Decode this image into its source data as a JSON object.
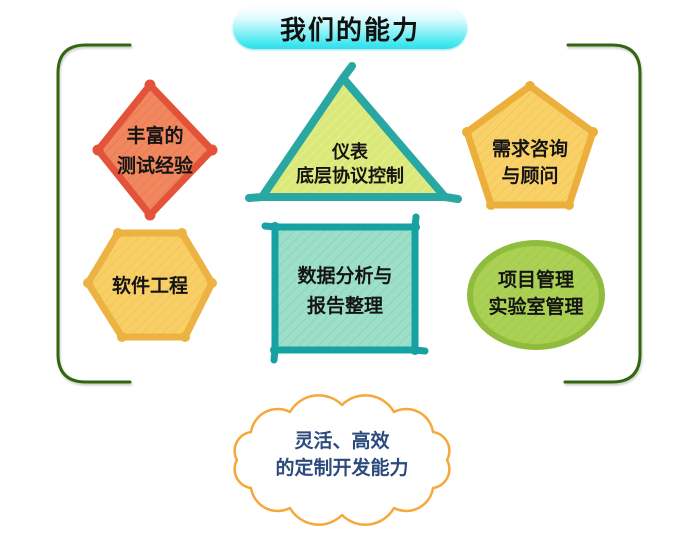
{
  "title": {
    "text": "我们的能力"
  },
  "frame": {
    "color": "#336610"
  },
  "banner": {
    "gradient_top": "#FFFFFF",
    "gradient_bottom": "#41E7F0"
  },
  "shapes": {
    "diamond": {
      "label_lines": [
        "丰富的",
        "测试经验"
      ],
      "fill": "#F0875F",
      "hatch": "#E97A4E",
      "border": "#E2533A"
    },
    "triangle": {
      "label_lines": [
        "仪表",
        "底层协议控制"
      ],
      "fill": "#DBE97A",
      "hatch": "#E7F096",
      "border": "#29A7A3"
    },
    "pentagon": {
      "label_lines": [
        "需求咨询",
        "与顾问"
      ],
      "fill": "#F8D169",
      "hatch": "#F4C24E",
      "border": "#EDAF3B"
    },
    "hexagon": {
      "label_lines": [
        "软件工程"
      ],
      "fill": "#F7CF66",
      "hatch": "#F3C14C",
      "border": "#ECB342"
    },
    "square": {
      "label_lines": [
        "数据分析与",
        "报告整理"
      ],
      "fill": "#9DDFC9",
      "hatch": "#8BD3BA",
      "border": "#16A2A2"
    },
    "ellipse": {
      "label_lines": [
        "项目管理",
        "实验室管理"
      ],
      "fill": "#ABD154",
      "hatch": "#A0C64A",
      "border": "#90BC3E"
    },
    "cloud": {
      "label_lines": [
        "灵活、高效",
        "的定制开发能力"
      ],
      "fill": "#FFFFFF",
      "border": "#F5A83C",
      "text_color": "#2C4A7C"
    }
  }
}
